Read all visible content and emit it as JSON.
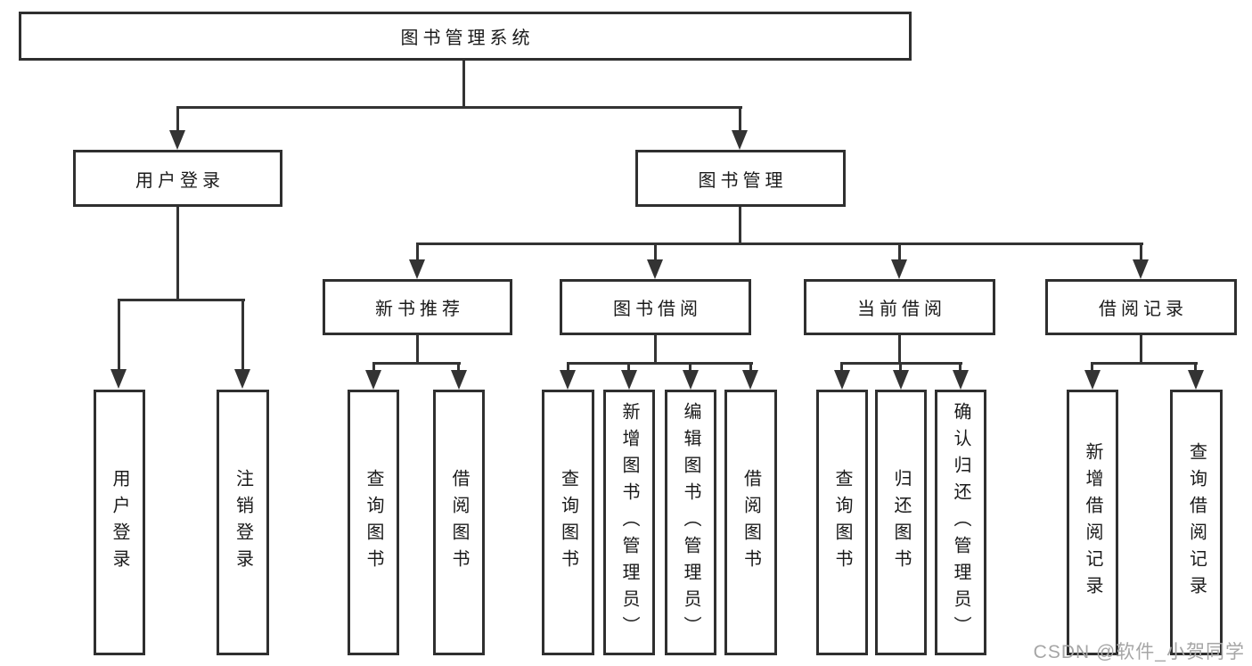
{
  "colors": {
    "line": "#333333",
    "box_border": "#2f2f2f",
    "text": "#1a1a1a",
    "watermark": "#a6a6a6",
    "background": "#ffffff"
  },
  "tree": {
    "root": {
      "label": "图书管理系统"
    },
    "branches": [
      {
        "label": "用户登录",
        "children": [
          {
            "label": "用户登录"
          },
          {
            "label": "注销登录"
          }
        ]
      },
      {
        "label": "图书管理",
        "children": [
          {
            "label": "新书推荐",
            "children": [
              {
                "label": "查询图书"
              },
              {
                "label": "借阅图书"
              }
            ]
          },
          {
            "label": "图书借阅",
            "children": [
              {
                "label": "查询图书"
              },
              {
                "label": "新增图书（管理员）"
              },
              {
                "label": "编辑图书（管理员）"
              },
              {
                "label": "借阅图书"
              }
            ]
          },
          {
            "label": "当前借阅",
            "children": [
              {
                "label": "查询图书"
              },
              {
                "label": "归还图书"
              },
              {
                "label": "确认归还（管理员）"
              }
            ]
          },
          {
            "label": "借阅记录",
            "children": [
              {
                "label": "新增借阅记录"
              },
              {
                "label": "查询借阅记录"
              }
            ]
          }
        ]
      }
    ]
  },
  "watermark": {
    "text": "CSDN @软件_小贺同学"
  }
}
